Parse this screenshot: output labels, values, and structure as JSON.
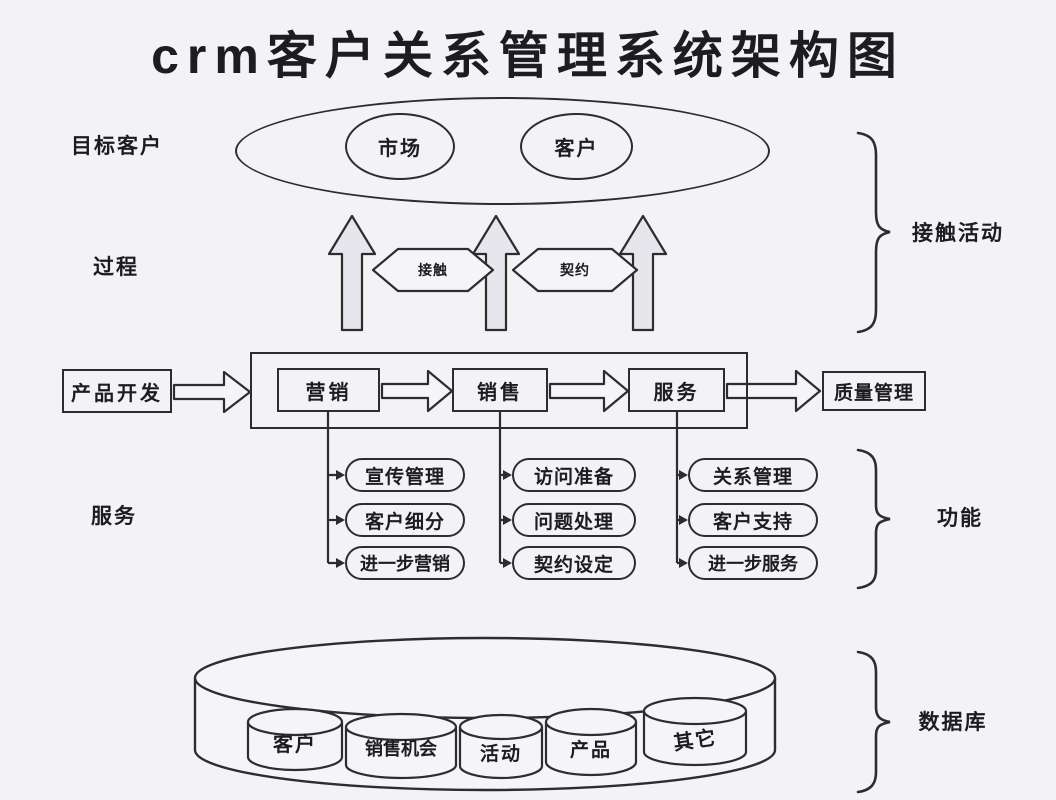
{
  "title": "crm客户关系管理系统架构图",
  "row_labels": {
    "targets": "目标客户",
    "process": "过程",
    "service": "服务"
  },
  "targets": {
    "group_items": [
      "市场",
      "客户"
    ]
  },
  "process": {
    "hexagons": [
      "接触",
      "契约"
    ]
  },
  "chain": {
    "input": "产品开发",
    "stages": [
      "营销",
      "销售",
      "服务"
    ],
    "output": "质量管理"
  },
  "functions": {
    "marketing": [
      "宣传管理",
      "客户细分",
      "进一步营销"
    ],
    "sales": [
      "访问准备",
      "问题处理",
      "契约设定"
    ],
    "service": [
      "关系管理",
      "客户支持",
      "进一步服务"
    ]
  },
  "braces": {
    "top": "接触活动",
    "middle": "功能",
    "bottom": "数据库"
  },
  "database": {
    "stores": [
      "客户",
      "销售机会",
      "活动",
      "产品",
      "其它"
    ]
  },
  "colors": {
    "background": "#f3f2f5",
    "line": "#2e2c2e",
    "arrow_fill": "#e7e6ec"
  }
}
